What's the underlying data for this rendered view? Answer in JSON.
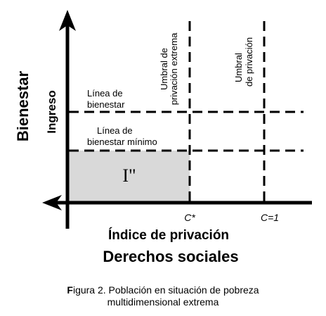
{
  "diagram": {
    "y_axis_outer_label": "Bienestar",
    "y_axis_inner_label": "Ingreso",
    "x_axis_inner_label": "Índice de privación",
    "x_axis_outer_label": "Derechos sociales",
    "line_welfare_label_1": "Línea de",
    "line_welfare_label_2": "bienestar",
    "line_min_welfare_label_1": "Línea de",
    "line_min_welfare_label_2": "bienestar mínimo",
    "threshold_extreme_label_1": "Umbral de",
    "threshold_extreme_label_2": "privación extrema",
    "threshold_label_1": "Umbral",
    "threshold_label_2": "de privación",
    "tick_c_star": "C*",
    "tick_c_one": "C=1",
    "region_label": "I\"",
    "region_color": "#d9d9d9"
  },
  "caption": {
    "line1_prefix": "F",
    "line1_rest": "igura 2. Población en situación de pobreza",
    "line2": "multidimensional extrema"
  }
}
